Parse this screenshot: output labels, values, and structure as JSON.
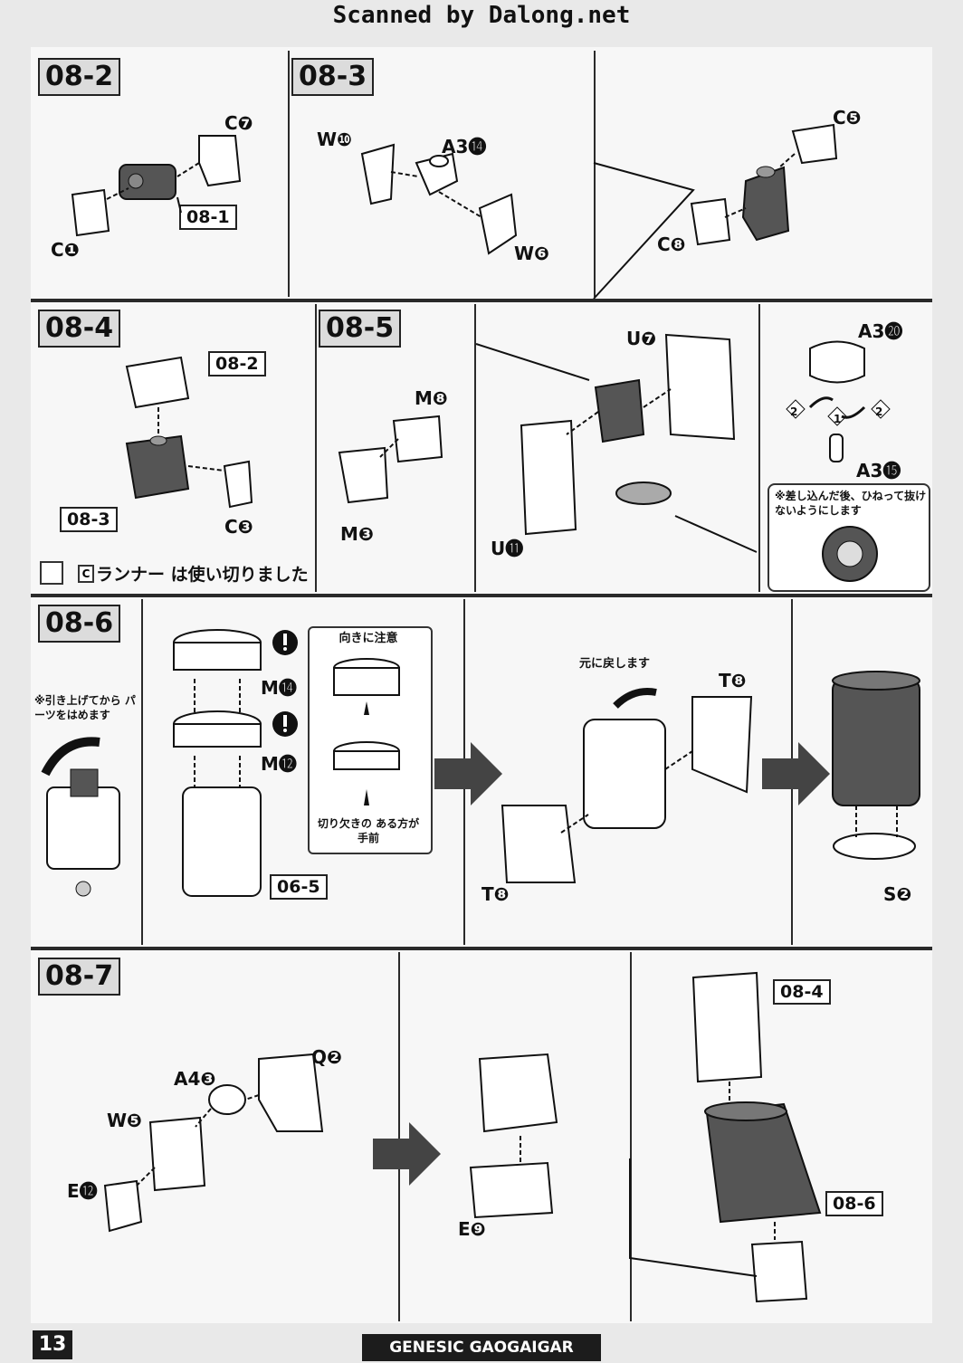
{
  "watermark": "Scanned by Dalong.net",
  "page_number": "13",
  "product_title": "GENESIC GAOGAIGAR",
  "steps": {
    "s082": {
      "label": "08-2",
      "parts": [
        "C❼",
        "C❶"
      ],
      "ref": "08-1"
    },
    "s083": {
      "label": "08-3",
      "parts": [
        "W❿",
        "A3⓮",
        "W❻",
        "C❺",
        "C❽"
      ]
    },
    "s084": {
      "label": "08-4",
      "parts": [
        "C❸"
      ],
      "refs": [
        "08-2",
        "08-3"
      ],
      "runner_letter": "C",
      "runner_text": "ランナー は使い切りました"
    },
    "s085": {
      "label": "08-5",
      "parts": [
        "M❽",
        "M❸",
        "U❼",
        "U⓫",
        "A3⓴",
        "A3⓯"
      ],
      "note": "※差し込んだ後、ひねって抜けないようにします",
      "rotate_labels": [
        "2",
        "1",
        "2"
      ]
    },
    "s086": {
      "label": "08-6",
      "parts": [
        "M⓮",
        "M⓬",
        "T❽",
        "T❽",
        "S❷"
      ],
      "ref": "06-5",
      "note_left": "※引き上げてから パーツをはめます",
      "caution_title": "向きに注意",
      "caution_bottom": "切り欠きの ある方が手前",
      "turn_back": "元に戻します"
    },
    "s087": {
      "label": "08-7",
      "parts": [
        "Q❷",
        "A4❸",
        "W❺",
        "E⓬",
        "E❾"
      ],
      "refs": [
        "08-4",
        "08-6"
      ]
    }
  },
  "colors": {
    "ink": "#1c1c1c",
    "paper": "#f7f7f7",
    "step_bg": "#dcdcdc"
  }
}
